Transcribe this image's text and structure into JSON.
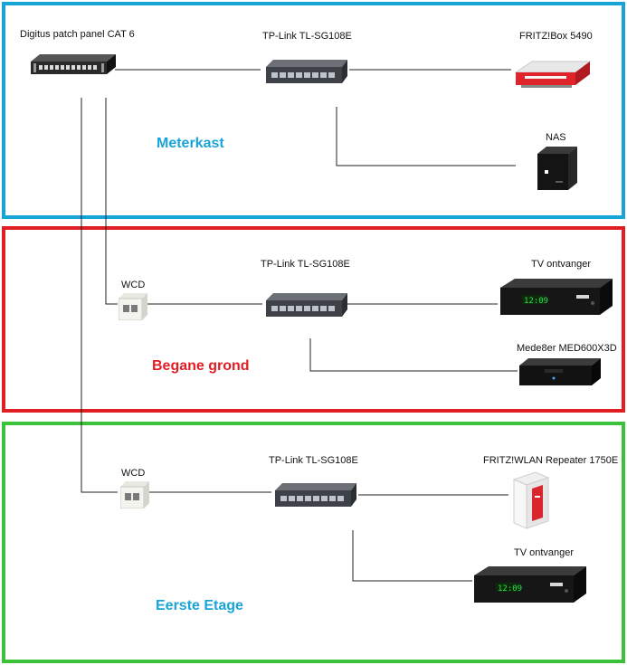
{
  "zones": {
    "meterkast": {
      "title": "Meterkast",
      "color": "#19a4d8"
    },
    "begane_grond": {
      "title": "Begane grond",
      "color": "#e01e24"
    },
    "eerste_etage": {
      "title": "Eerste Etage",
      "color": "#3cc13b"
    }
  },
  "devices": {
    "patch_panel": "Digitus patch panel CAT 6",
    "switch_meterkast": "TP-Link TL-SG108E",
    "fritzbox": "FRITZ!Box 5490",
    "nas": "NAS",
    "wcd_begane_grond": "WCD",
    "switch_begane_grond": "TP-Link TL-SG108E",
    "tv_begane_grond": "TV ontvanger",
    "mede8er": "Mede8er MED600X3D",
    "wcd_eerste_etage": "WCD",
    "switch_eerste_etage": "TP-Link TL-SG108E",
    "repeater": "FRITZ!WLAN Repeater 1750E",
    "tv_eerste_etage": "TV ontvanger"
  },
  "icons": {
    "patch_panel": "patch-panel-icon",
    "switch": "network-switch-icon",
    "router": "router-icon",
    "nas": "nas-icon",
    "wall_socket": "wall-socket-icon",
    "receiver": "tv-receiver-icon",
    "media_player": "media-player-icon",
    "repeater": "wifi-repeater-icon"
  }
}
